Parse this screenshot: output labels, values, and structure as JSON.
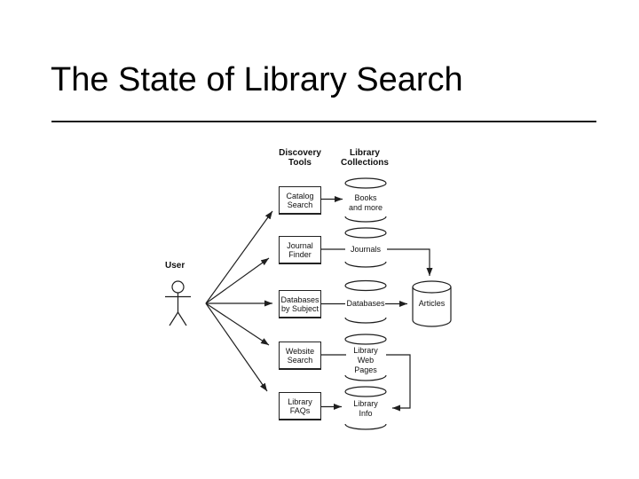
{
  "slide": {
    "title": "The State of Library Search"
  },
  "diagram": {
    "column_headers": {
      "discovery": "Discovery\nTools",
      "collections": "Library\nCollections"
    },
    "user": {
      "label": "User"
    },
    "tools": [
      {
        "label": "Catalog\nSearch"
      },
      {
        "label": "Journal\nFinder"
      },
      {
        "label": "Databases\nby Subject"
      },
      {
        "label": "Website\nSearch"
      },
      {
        "label": "Library\nFAQs"
      }
    ],
    "collections": [
      {
        "label": "Books\nand more"
      },
      {
        "label": "Journals"
      },
      {
        "label": "Databases"
      },
      {
        "label": "Library\nWeb\nPages"
      },
      {
        "label": "Library\nInfo"
      }
    ],
    "articles": {
      "label": "Articles"
    },
    "colors": {
      "background": "#ffffff",
      "line": "#1f1f1f",
      "text": "#000000"
    }
  }
}
